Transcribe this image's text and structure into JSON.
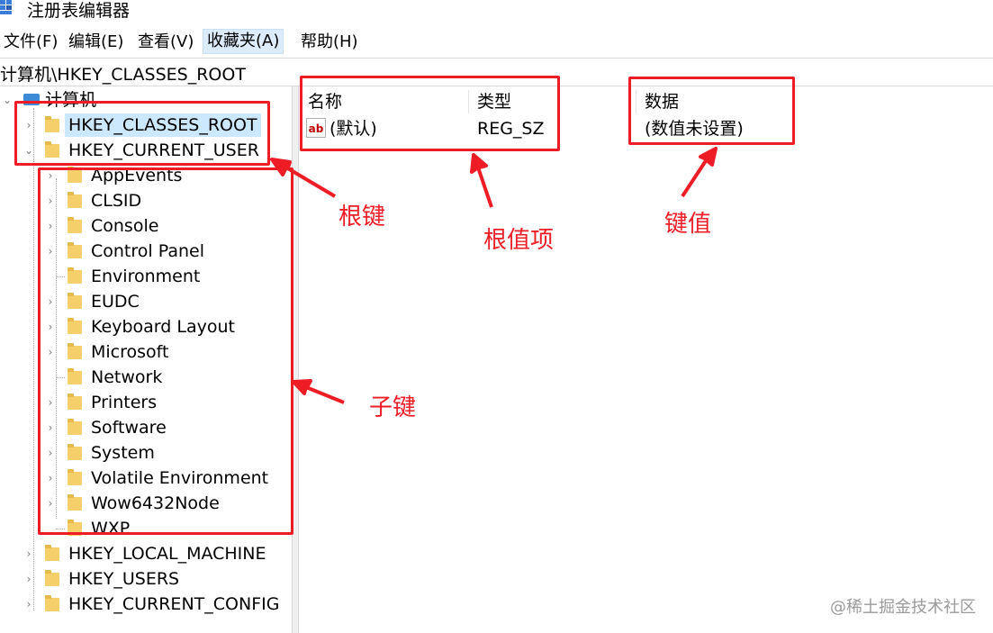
{
  "window": {
    "title": "注册表编辑器"
  },
  "menu": [
    "文件(F)",
    "编辑(E)",
    "查看(V)",
    "收藏夹(A)",
    "帮助(H)"
  ],
  "address": "计算机\\HKEY_CLASSES_ROOT",
  "tree": {
    "root": "计算机",
    "hives_top": [
      "HKEY_CLASSES_ROOT",
      "HKEY_CURRENT_USER"
    ],
    "subkeys": [
      "AppEvents",
      "CLSID",
      "Console",
      "Control Panel",
      "Environment",
      "EUDC",
      "Keyboard Layout",
      "Microsoft",
      "Network",
      "Printers",
      "Software",
      "System",
      "Volatile Environment",
      "Wow6432Node",
      "WXP"
    ],
    "hives_bottom": [
      "HKEY_LOCAL_MACHINE",
      "HKEY_USERS",
      "HKEY_CURRENT_CONFIG"
    ]
  },
  "list": {
    "headers": [
      "名称",
      "类型",
      "数据"
    ],
    "rows": [
      {
        "name": "(默认)",
        "type": "REG_SZ",
        "data": "(数值未设置)"
      }
    ]
  },
  "annotations": {
    "root_key": "根键",
    "root_value_item": "根值项",
    "key_value": "键值",
    "subkey": "子键",
    "color": "#ee1c25"
  },
  "watermark": "@稀土掘金技术社区"
}
